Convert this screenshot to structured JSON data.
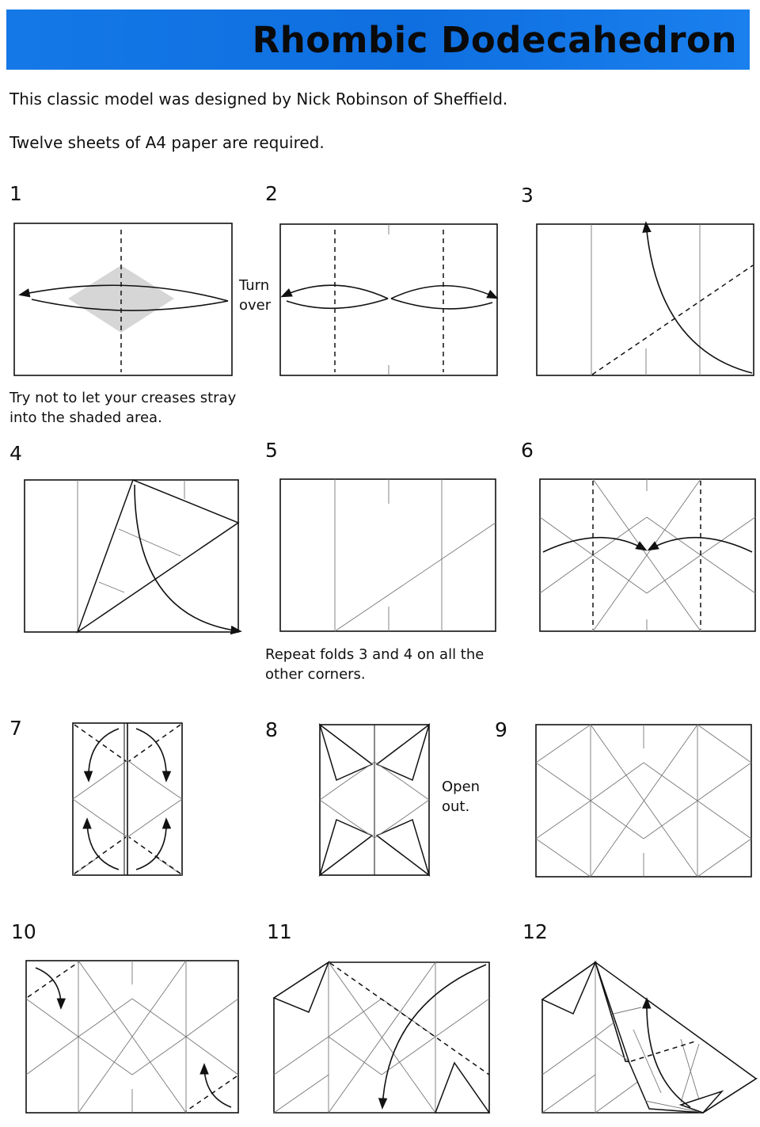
{
  "header": {
    "title": "Rhombic Dodecahedron",
    "banner_color": "#1478e6"
  },
  "intro": {
    "designer_line": "This classic model was designed by Nick Robinson of Sheffield.",
    "paper_line": "Twelve sheets of A4 paper are required."
  },
  "steps": [
    {
      "number": "1",
      "caption_line1": "Try not to let your creases stray",
      "caption_line2": "into the shaded area."
    },
    {
      "number": "2",
      "note_line1": "Turn",
      "note_line2": "over"
    },
    {
      "number": "3"
    },
    {
      "number": "4"
    },
    {
      "number": "5",
      "caption_line1": "Repeat folds 3 and 4 on all the",
      "caption_line2": "other corners."
    },
    {
      "number": "6"
    },
    {
      "number": "7"
    },
    {
      "number": "8",
      "note_line1": "Open",
      "note_line2": "out."
    },
    {
      "number": "9"
    },
    {
      "number": "10"
    },
    {
      "number": "11"
    },
    {
      "number": "12"
    }
  ]
}
